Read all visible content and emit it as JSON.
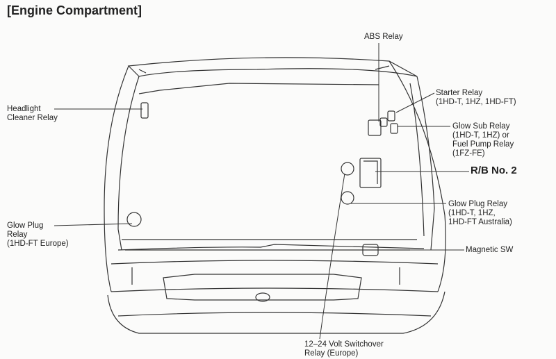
{
  "title": "[Engine Compartment]",
  "labels": {
    "abs_relay": "ABS Relay",
    "headlight_cleaner_relay": "Headlight\nCleaner Relay",
    "starter_relay": "Starter Relay\n(1HD-T, 1HZ, 1HD-FT)",
    "glow_sub_relay": "Glow Sub Relay\n(1HD-T, 1HZ) or\nFuel Pump Relay\n(1FZ-FE)",
    "rb_no2": "R/B No. 2",
    "glow_plug_relay_right": "Glow Plug Relay\n(1HD-T, 1HZ,\n1HD-FT Australia)",
    "glow_plug_relay_left": "Glow Plug\nRelay\n(1HD-FT Europe)",
    "magnetic_sw": "Magnetic SW",
    "switchover_relay": "12–24 Volt Switchover\nRelay (Europe)"
  }
}
